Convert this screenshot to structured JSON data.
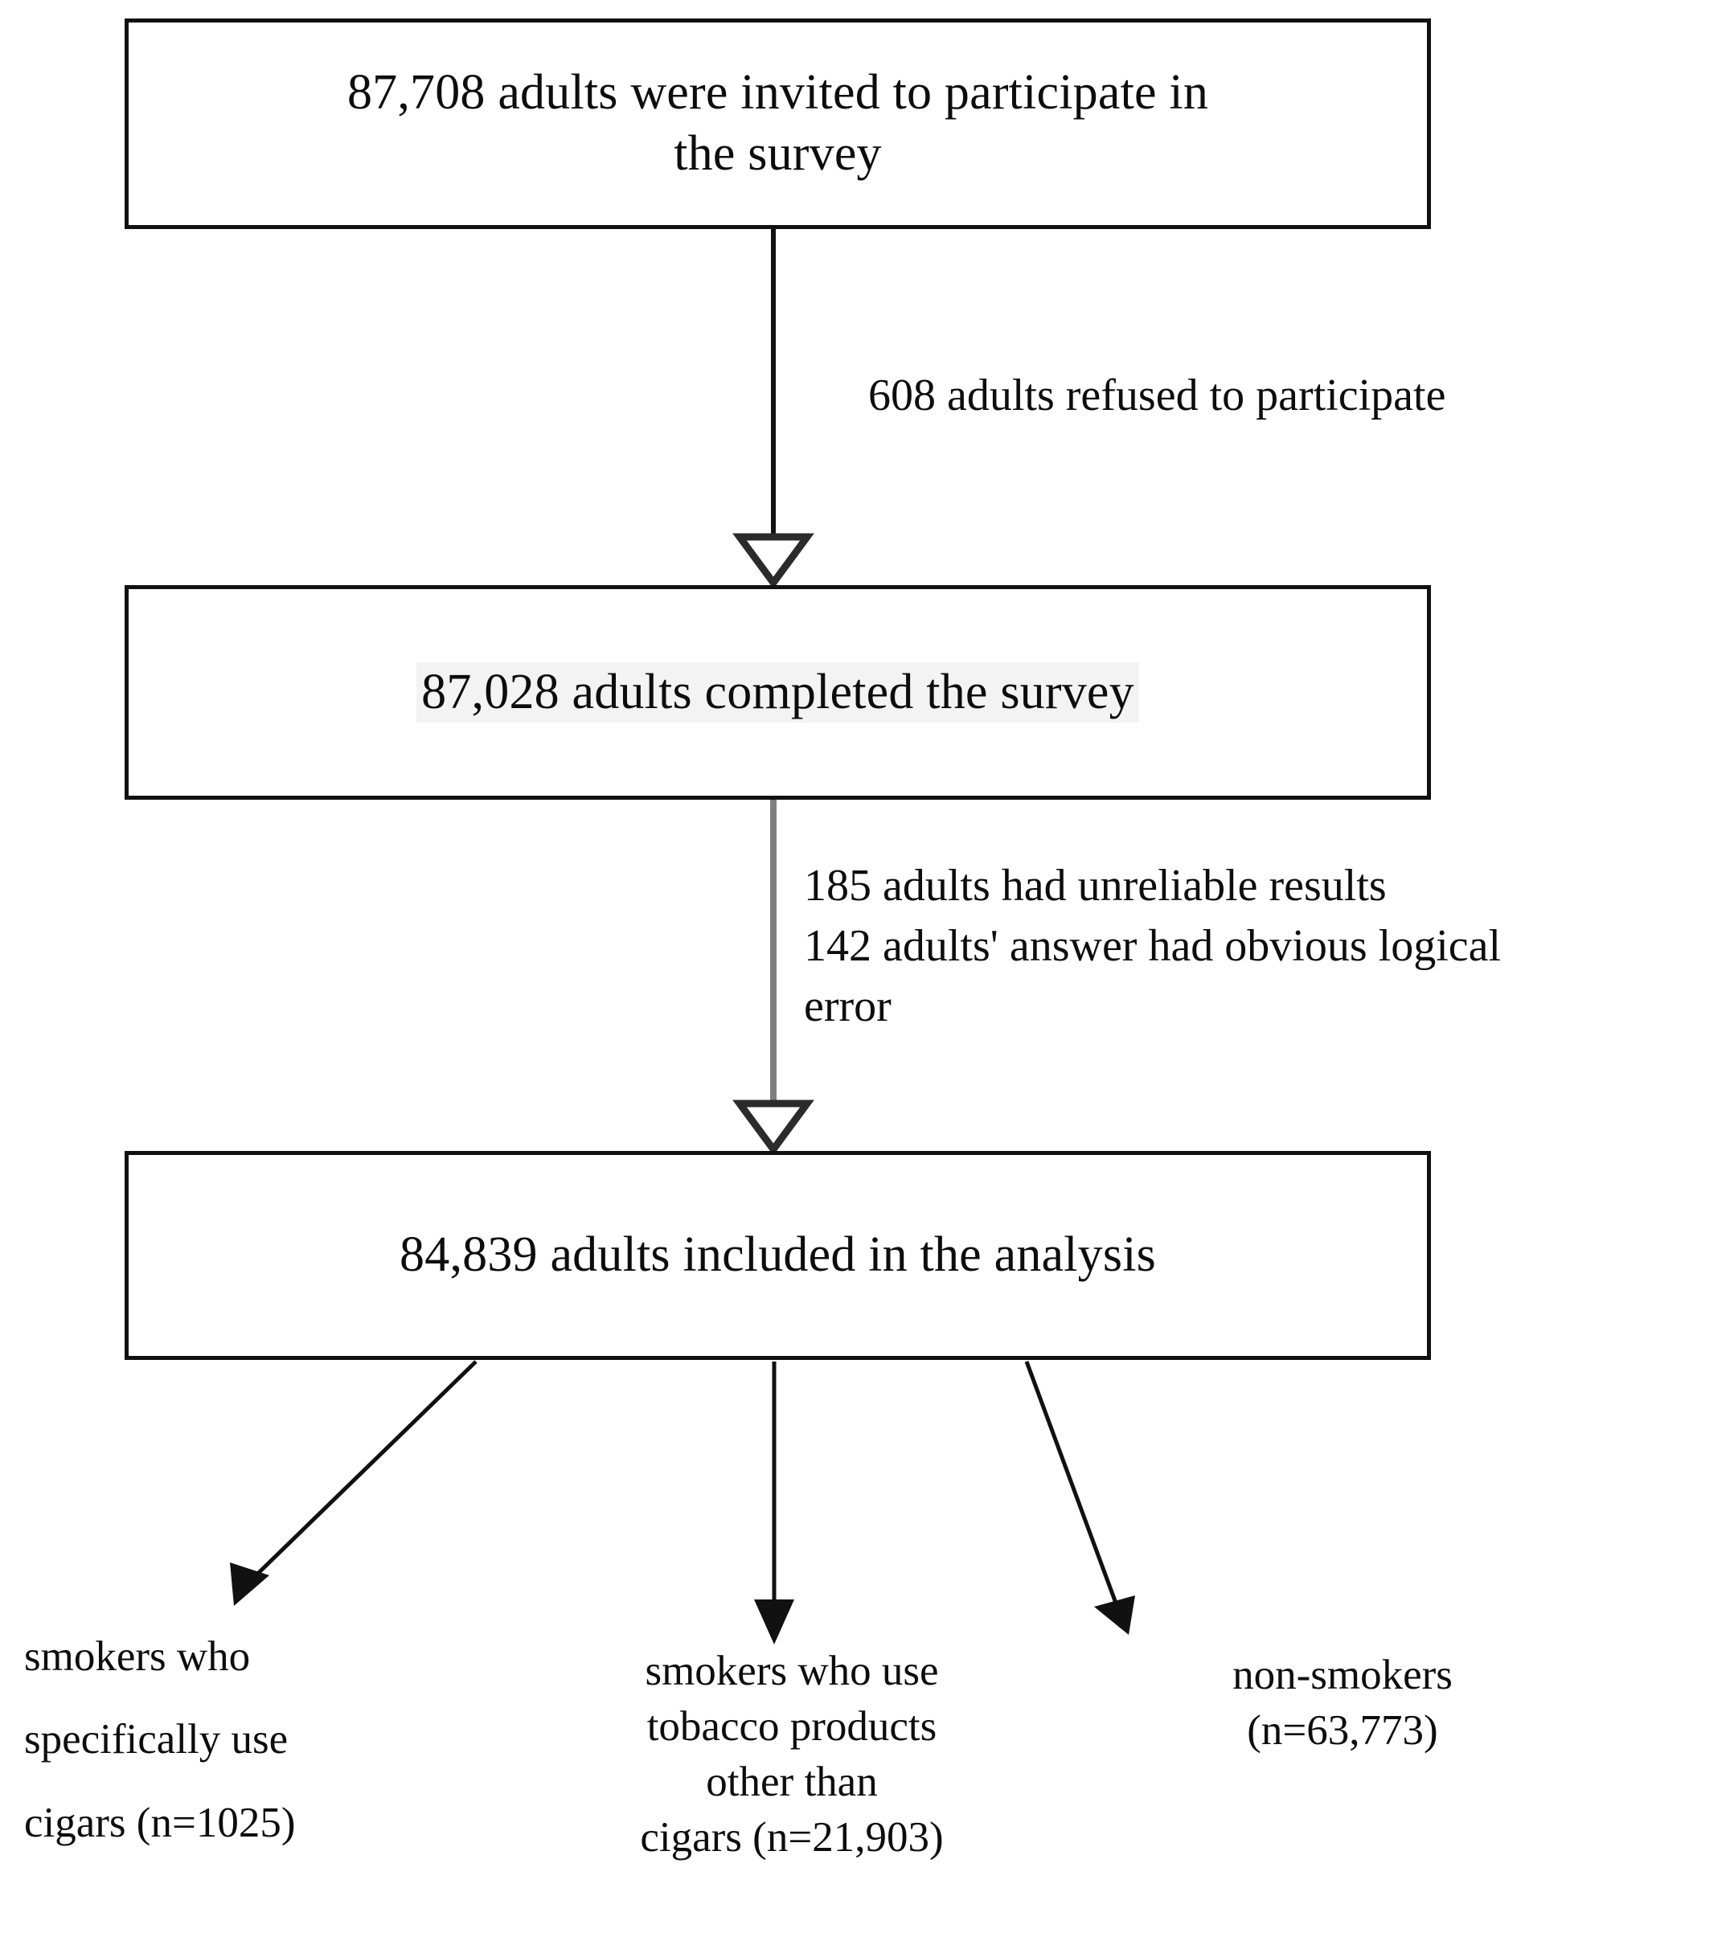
{
  "figure": {
    "type": "flowchart",
    "orientation": "top-to-bottom",
    "background_color": "#ffffff",
    "text_color": "#0d0d0d",
    "box_border_color": "#111111",
    "solid_connector_color": "#111111",
    "gray_connector_color": "#7f7f7f",
    "highlight_color": "#f3f3f3"
  },
  "boxes": [
    {
      "id": "invited",
      "text": "87,708 adults were invited to participate in\nthe survey",
      "count": 87708
    },
    {
      "id": "completed",
      "text": "87,028 adults completed the survey",
      "count": 87028,
      "highlighted": true
    },
    {
      "id": "analyzed",
      "text": "84,839 adults included in the analysis",
      "count": 84839
    }
  ],
  "edge_labels": [
    {
      "id": "refused",
      "text": "608 adults refused to participate",
      "count": 608
    },
    {
      "id": "excluded",
      "text": "185 adults had unreliable results\n142 adults' answer had obvious logical\nerror",
      "counts": [
        185,
        142
      ]
    }
  ],
  "leaves": [
    {
      "id": "cigar-smokers",
      "text": "smokers who\nspecifically use\ncigars (n=1025)",
      "n": 1025
    },
    {
      "id": "other-tobacco-smokers",
      "text": "smokers who use\ntobacco products\nother than\ncigars (n=21,903)",
      "n": 21903
    },
    {
      "id": "non-smokers",
      "text": "non-smokers\n(n=63,773)",
      "n": 63773
    }
  ],
  "connectors": [
    {
      "id": "invited-to-completed",
      "style": "solid-black",
      "arrowhead": "hollow-triangle"
    },
    {
      "id": "completed-to-analyzed",
      "style": "solid-gray",
      "arrowhead": "hollow-triangle"
    },
    {
      "id": "analyzed-to-cigar-smokers",
      "style": "thin-black-diagonal",
      "arrowhead": "filled-arrow"
    },
    {
      "id": "analyzed-to-other-tobacco",
      "style": "thin-black-vertical",
      "arrowhead": "filled-arrow"
    },
    {
      "id": "analyzed-to-non-smokers",
      "style": "thin-black-diagonal",
      "arrowhead": "filled-arrow"
    }
  ]
}
